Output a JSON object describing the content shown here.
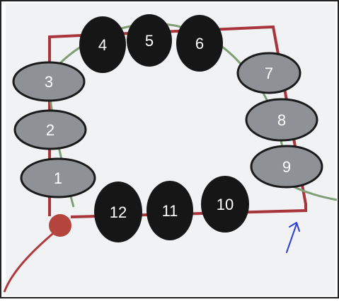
{
  "palette": {
    "border": "#222222",
    "paper": "#f1f2f4",
    "square_line": "#a8343c",
    "curve": "#7e9e74",
    "lower_curve": "#b0383c",
    "gray_oval": "#8e9196",
    "gray_oval_outline": "#1a1a1a",
    "black_oval": "#161616",
    "label_color": "#ffffff",
    "start_dot": "#b5443e",
    "arrow": "#2a3ed6"
  },
  "ovals": [
    {
      "label": "1",
      "style": "gray"
    },
    {
      "label": "2",
      "style": "gray"
    },
    {
      "label": "3",
      "style": "gray"
    },
    {
      "label": "4",
      "style": "black"
    },
    {
      "label": "5",
      "style": "black"
    },
    {
      "label": "6",
      "style": "black"
    },
    {
      "label": "7",
      "style": "gray"
    },
    {
      "label": "8",
      "style": "gray"
    },
    {
      "label": "9",
      "style": "gray"
    },
    {
      "label": "10",
      "style": "black"
    },
    {
      "label": "11",
      "style": "black"
    },
    {
      "label": "12",
      "style": "black"
    }
  ],
  "icons": {
    "pointer": "arrow-up-icon",
    "start": "start-dot-icon"
  }
}
